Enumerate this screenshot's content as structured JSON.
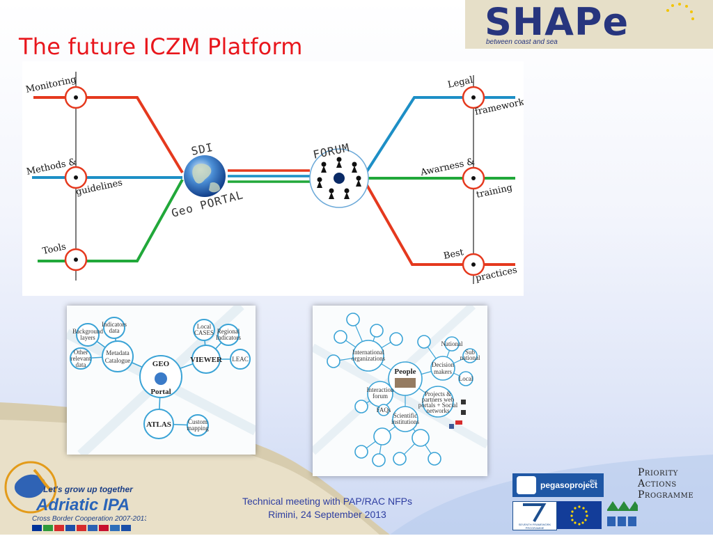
{
  "slide": {
    "title": "The future ICZM Platform"
  },
  "logos": {
    "shape_word": "SHAPe",
    "shape_tagline": "between coast and sea",
    "adriatic_slogan": "Let's grow up together",
    "adriatic_name": "Adriatic IPA",
    "adriatic_sub": "Cross Border Cooperation 2007-2013",
    "pegaso": "pegasoproject",
    "pegaso_sup": "·eu",
    "fp7": "SEVENTH FRAMEWORK PROGRAMME",
    "pap_line1": "Priority",
    "pap_line2": "Actions",
    "pap_line3": "Programme"
  },
  "diagram": {
    "left_labels": {
      "monitoring": "Monitoring",
      "methods": "Methods &",
      "guidelines": "guidelines",
      "tools": "Tools"
    },
    "center_labels": {
      "sdi": "SDI",
      "geo_portal": "Geo PORTAL",
      "forum": "FORUM"
    },
    "right_labels": {
      "legal": "Legal",
      "framework": "framework",
      "awareness": "Awarness &",
      "training": "training",
      "best": "Best",
      "practices": "practices"
    },
    "colors": {
      "red": "#e5391e",
      "blue": "#1d8fc6",
      "green": "#21a83a"
    }
  },
  "thumb_left": {
    "geo": "GEO",
    "portal": "Portal",
    "viewer": "VIEWER",
    "atlas": "ATLAS",
    "metadata_1": "Metadata",
    "metadata_2": "Catalogue",
    "indicators_1": "Indicators",
    "indicators_2": "data",
    "background_1": "Background",
    "background_2": "layers",
    "other_1": "Other",
    "other_2": "relevant",
    "other_3": "data",
    "local_1": "Local",
    "local_2": "CASES",
    "regional_1": "Regional",
    "regional_2": "Indicators",
    "leac": "LEAC",
    "custom_1": "Custom",
    "custom_2": "mapping"
  },
  "thumb_right": {
    "people": "People",
    "decision_1": "Decision",
    "decision_2": "makers",
    "interaction_1": "Interaction",
    "interaction_2": "forum",
    "scientific_1": "Scientific",
    "scientific_2": "institutions",
    "international_1": "International",
    "international_2": "organizations",
    "projects_1": "Projects &",
    "projects_2": "partners web",
    "projects_3": "portals + Social",
    "projects_4": "networks",
    "faqs": "FAQs",
    "local": "Local",
    "national": "National",
    "sub_national_1": "Sub",
    "sub_national_2": "national"
  },
  "footer": {
    "line1": "Technical meeting with PAP/RAC NFPs",
    "line2": "Rimini, 24 September 2013"
  }
}
